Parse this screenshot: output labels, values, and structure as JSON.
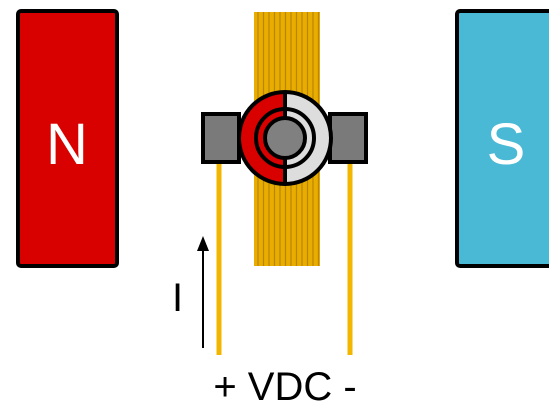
{
  "magnets": {
    "north": {
      "label": "N",
      "color": "#d90000"
    },
    "south": {
      "label": "S",
      "color": "#4ab9d6"
    }
  },
  "current": {
    "label": "I"
  },
  "supply": {
    "label": "+ VDC -"
  },
  "colors": {
    "coil": "#e8ad00",
    "coil_line": "#b88600",
    "commutator_red": "#d90000",
    "commutator_white": "#dddddd",
    "brush": "#7a7a7a",
    "shaft": "#808080",
    "wire": "#f2b600"
  }
}
